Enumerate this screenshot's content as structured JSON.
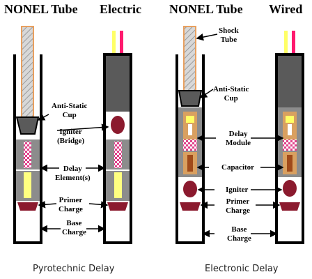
{
  "headers": {
    "nonel_tube_1": "NONEL Tube",
    "electric": "Electric",
    "nonel_tube_2": "NONEL Tube",
    "wired": "Wired"
  },
  "labels": {
    "anti_static_cup_left": "Anti-Static\nCup",
    "igniter_bridge": "Igniter\n(Bridge)",
    "delay_elements": "Delay\nElement(s)",
    "primer_charge_left": "Primer\nCharge",
    "base_charge_left": "Base\nCharge",
    "shock_tube": "Shock\nTube",
    "anti_static_cup_right": "Anti-Static\nCup",
    "delay_module": "Delay\nModule",
    "capacitor": "Capacitor",
    "igniter": "Igniter",
    "primer_charge_right": "Primer\nCharge",
    "base_charge_right": "Base\nCharge"
  },
  "captions": {
    "pyrotechnic": "Pyrotechnic Delay",
    "electronic": "Electronic Delay"
  },
  "colors": {
    "outline": "#000000",
    "shell_gray": "#8c8c8c",
    "cap_gray": "#5a5a5a",
    "tube_tan": "#e8a060",
    "tube_gray": "#d8d8d8",
    "primer": "#8b1a2e",
    "igniter": "#8b1a2e",
    "yellow_wire": "#ffff66",
    "pink_wire": "#ff1a6e",
    "yellow_delay": "#ffff80",
    "checker": "#e0408a",
    "module_tan": "#d9a060",
    "capacitor_brown": "#a04a1a"
  }
}
